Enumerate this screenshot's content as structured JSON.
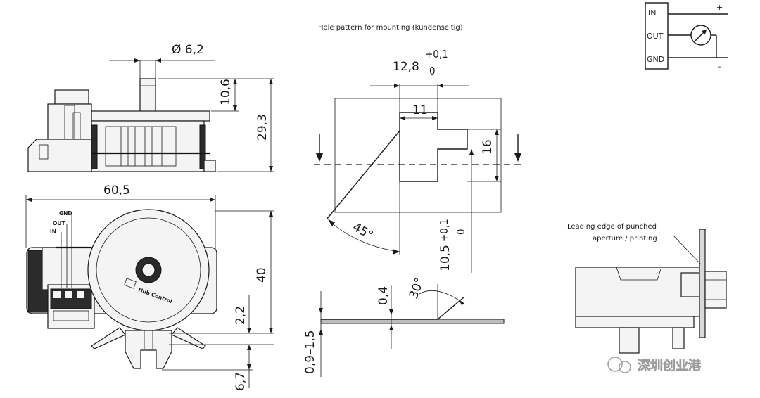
{
  "top_view": {
    "diameter_label": "Ø 6,2",
    "dim_height_shaft": "10,6",
    "dim_height_total": "29,3"
  },
  "front_view": {
    "dim_width": "60,5",
    "dim_height": "40",
    "dim_lower_offset": "2,2",
    "dim_clip_depth": "6,7",
    "pin_labels": [
      "GND",
      "OUT",
      "IN"
    ],
    "knob_label": "Hub Control"
  },
  "hole_pattern": {
    "title": "Hole pattern for mounting (kundenseitig)",
    "dim_pitch": "12,8",
    "dim_pitch_tol_upper": "+0,1",
    "dim_pitch_tol_lower": "0",
    "dim_slot_width": "11",
    "dim_slot_height": "16",
    "dim_angle": "45°",
    "dim_vertical": "10,5",
    "dim_vertical_tol_upper": "+0,1",
    "dim_vertical_tol_lower": "0"
  },
  "panel_section": {
    "dim_thickness_offset": "0,4",
    "dim_angle": "30°",
    "dim_panel_thickness": "0,9–1,5"
  },
  "circuit": {
    "pins": [
      "IN",
      "OUT",
      "GND"
    ],
    "plus": "+",
    "minus": "–"
  },
  "side_view": {
    "callout": [
      "Leading edge of punched",
      "aperture / printing"
    ]
  },
  "watermark": "深圳创业港"
}
